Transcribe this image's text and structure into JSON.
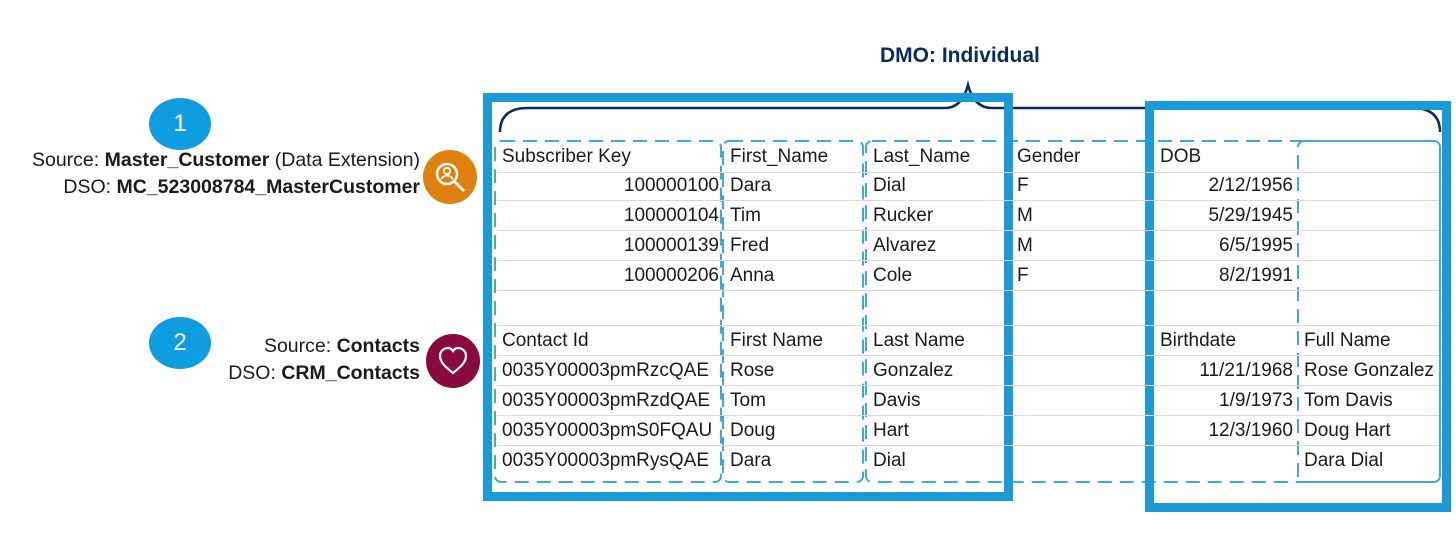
{
  "dmo_title": "DMO: Individual",
  "sources": [
    {
      "number": "1",
      "source_prefix": "Source: ",
      "source_name": "Master_Customer",
      "source_suffix": " (Data Extension)",
      "dso_prefix": "DSO: ",
      "dso_name": "MC_523008784_MasterCustomer",
      "icon": "search-person-icon",
      "icon_color": "#e0800d"
    },
    {
      "number": "2",
      "source_prefix": "Source: ",
      "source_name": "Contacts",
      "source_suffix": "",
      "dso_prefix": "DSO: ",
      "dso_name": "CRM_Contacts",
      "icon": "heart-icon",
      "icon_color": "#8b0a3d"
    }
  ],
  "table1": {
    "headers": [
      "Subscriber Key",
      "First_Name",
      "Last_Name",
      "Gender",
      "DOB"
    ],
    "rows": [
      [
        "100000100",
        "Dara",
        "Dial",
        "F",
        "2/12/1956"
      ],
      [
        "100000104",
        "Tim",
        "Rucker",
        "M",
        "5/29/1945"
      ],
      [
        "100000139",
        "Fred",
        "Alvarez",
        "M",
        "6/5/1995"
      ],
      [
        "100000206",
        "Anna",
        "Cole",
        "F",
        "8/2/1991"
      ]
    ]
  },
  "table2": {
    "headers": [
      "Contact Id",
      "First Name",
      "Last Name",
      "Birthdate",
      "Full Name"
    ],
    "rows": [
      [
        "0035Y00003pmRzcQAE",
        "Rose",
        "Gonzalez",
        "11/21/1968",
        "Rose Gonzalez"
      ],
      [
        "0035Y00003pmRzdQAE",
        "Tom",
        "Davis",
        "1/9/1973",
        "Tom Davis"
      ],
      [
        "0035Y00003pmS0FQAU",
        "Doug",
        "Hart",
        "12/3/1960",
        "Doug Hart"
      ],
      [
        "0035Y00003pmRysQAE",
        "Dara",
        "Dial",
        "",
        "Dara Dial"
      ]
    ]
  },
  "colors": {
    "highlight": "#1a9ad6",
    "dashed": "#3fa8dc",
    "brace": "#0b2c5a"
  }
}
